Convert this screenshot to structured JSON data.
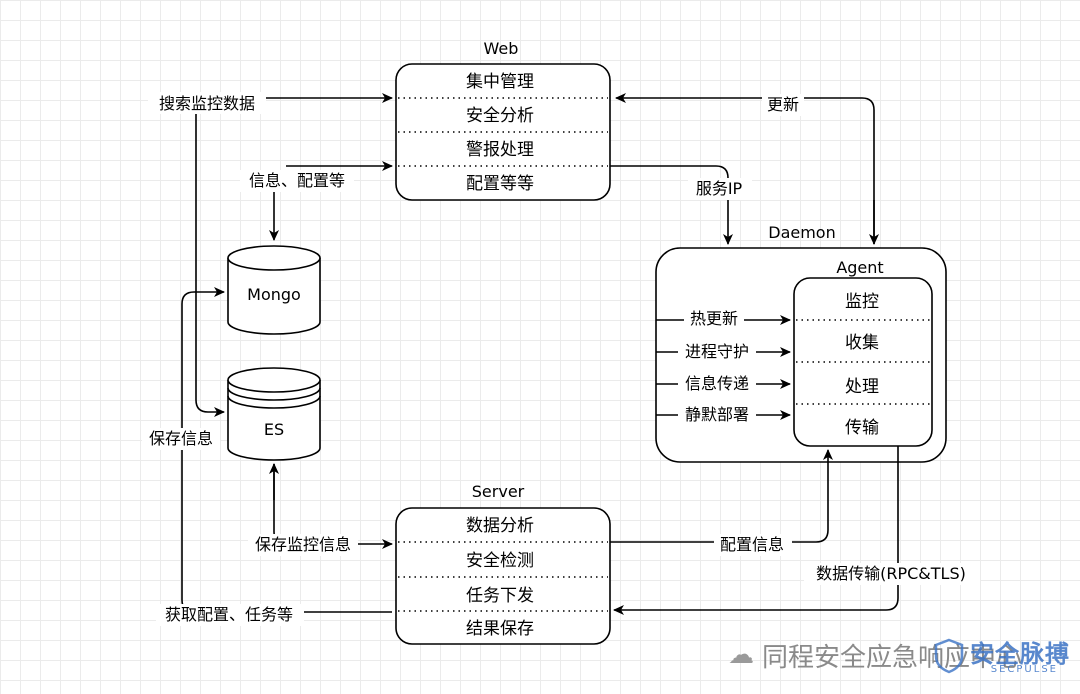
{
  "web": {
    "title": "Web",
    "rows": [
      "集中管理",
      "安全分析",
      "警报处理",
      "配置等等"
    ]
  },
  "daemon": {
    "title": "Daemon"
  },
  "agent": {
    "title": "Agent",
    "rows": [
      "监控",
      "收集",
      "处理",
      "传输"
    ]
  },
  "daemon_features": [
    "热更新",
    "进程守护",
    "信息传递",
    "静默部署"
  ],
  "server": {
    "title": "Server",
    "rows": [
      "数据分析",
      "安全检测",
      "任务下发",
      "结果保存"
    ]
  },
  "mongo": {
    "label": "Mongo"
  },
  "es": {
    "label": "ES"
  },
  "edge_labels": {
    "search_data": "搜索监控数据",
    "info_config": "信息、配置等",
    "update": "更新",
    "service_ip": "服务IP",
    "save_info": "保存信息",
    "save_monitor_info": "保存监控信息",
    "config_info": "配置信息",
    "data_transfer": "数据传输(RPC&TLS)",
    "get_config_tasks": "获取配置、任务等"
  },
  "watermark": {
    "text": "同程安全应急响应中心",
    "logo_text": "安全脉搏",
    "logo_sub": "SECPULSE"
  }
}
